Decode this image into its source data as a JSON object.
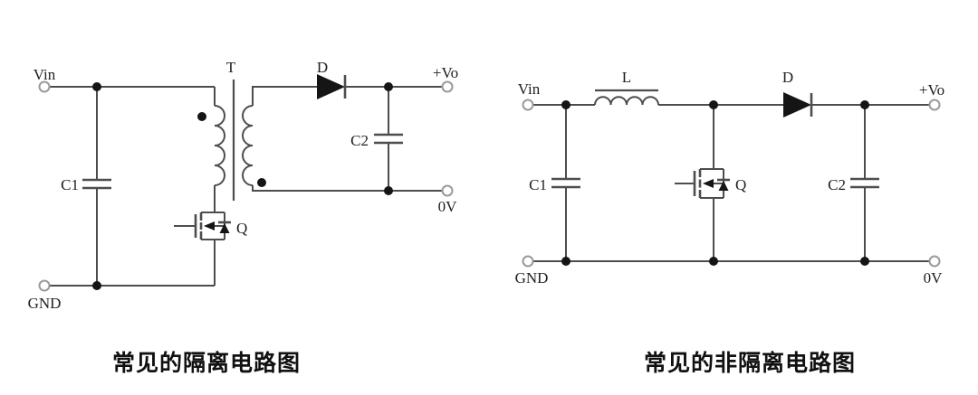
{
  "colors": {
    "background": "#ffffff",
    "wire": "#4d4d4d",
    "symbol": "#151515",
    "terminal": "#9a9a9a",
    "text": "#1f1f1f",
    "caption": "#111111"
  },
  "left": {
    "caption": "常见的隔离电路图",
    "vin": "Vin",
    "gnd": "GND",
    "c1": "C1",
    "transformer": "T",
    "diode": "D",
    "mosfet": "Q",
    "c2": "C2",
    "vout": "+Vo",
    "zero_v": "0V"
  },
  "right": {
    "caption": "常见的非隔离电路图",
    "vin": "Vin",
    "gnd": "GND",
    "c1": "C1",
    "inductor": "L",
    "diode": "D",
    "mosfet": "Q",
    "c2": "C2",
    "vout": "+Vo",
    "zero_v": "0V"
  }
}
